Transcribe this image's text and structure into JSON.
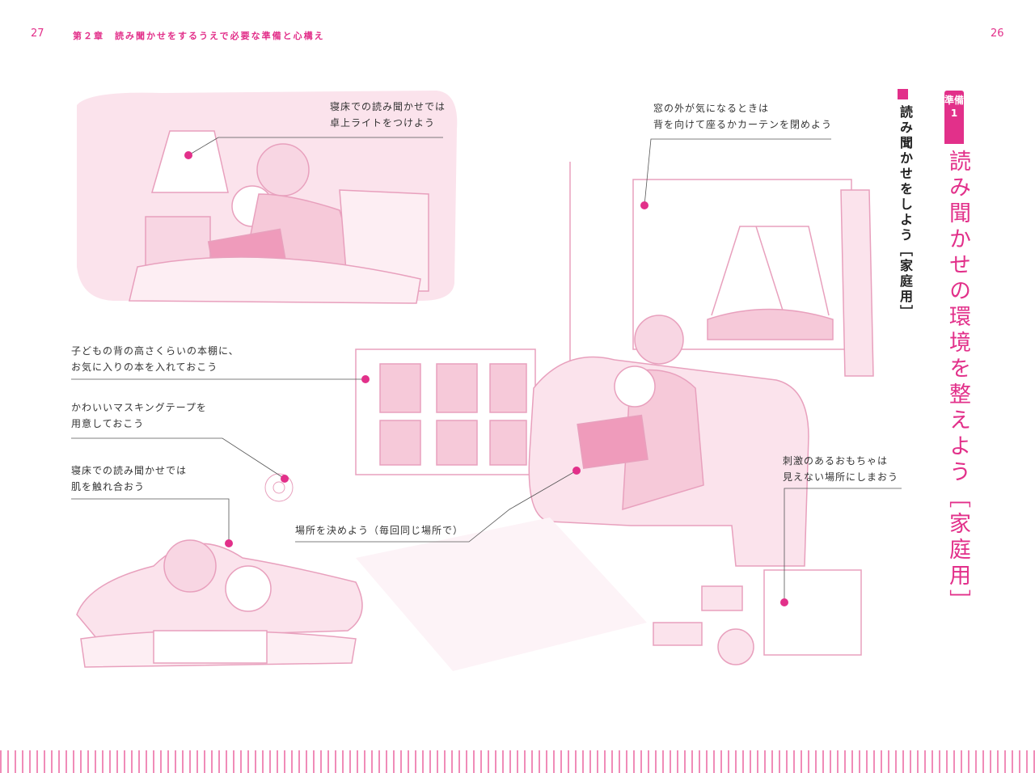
{
  "header": {
    "left_page_number": "27",
    "running_head": "第２章　読み聞かせをするうえで必要な準備と心構え",
    "right_page_number": "26"
  },
  "title": {
    "badge": [
      "準備",
      "1"
    ],
    "main": "読み聞かせの環境を整えよう［家庭用］",
    "sub": "読み聞かせをしよう［家庭用］"
  },
  "callouts": [
    {
      "lines": [
        "寝床での読み聞かせでは",
        "卓上ライトをつけよう"
      ]
    },
    {
      "lines": [
        "窓の外が気になるときは",
        "背を向けて座るかカーテンを閉めよう"
      ]
    },
    {
      "lines": [
        "子どもの背の高さくらいの本棚に、",
        "お気に入りの本を入れておこう"
      ]
    },
    {
      "lines": [
        "かわいいマスキングテープを",
        "用意しておこう"
      ]
    },
    {
      "lines": [
        "寝床での読み聞かせでは",
        "肌を触れ合おう"
      ]
    },
    {
      "lines": [
        "場所を決めよう（毎回同じ場所で）"
      ]
    },
    {
      "lines": [
        "刺激のあるおもちゃは",
        "見えない場所にしまおう"
      ]
    }
  ],
  "colors": {
    "accent": "#e2308a",
    "illustration": "#f6c9d9",
    "line": "#e8a0bd"
  }
}
